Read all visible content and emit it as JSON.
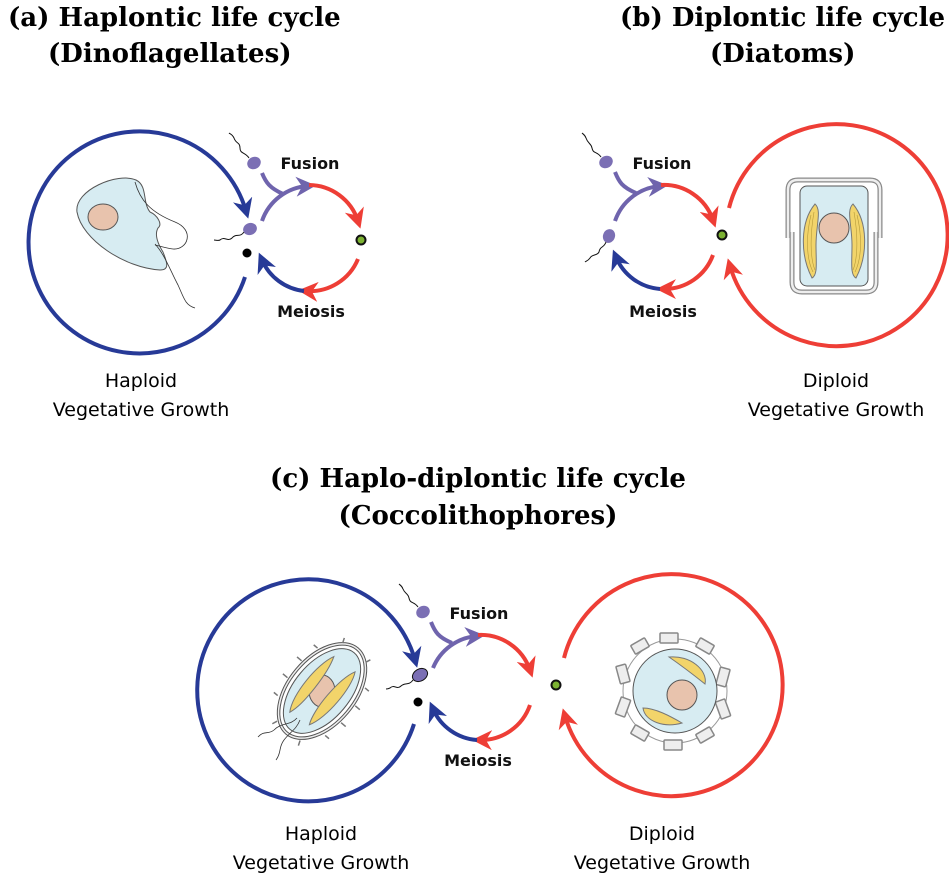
{
  "colors": {
    "haploid": "#273a97",
    "diploid": "#ee3e36",
    "gamete": "#7b6fb4",
    "zygote_fill": "#7cb232",
    "cytoplasm": "#d7ecf2",
    "nucleus": "#e8c3ad",
    "chloroplast": "#f2d46a",
    "shell": "#c8c8c8"
  },
  "panels": [
    {
      "id": "a",
      "title_line1": "(a) Haplontic life cycle",
      "title_line2": "(Dinoflagellates)",
      "fusion_label": "Fusion",
      "meiosis_label": "Meiosis",
      "phase_label": "Haploid",
      "growth_label": "Vegetative Growth",
      "organism": "dinoflagellate"
    },
    {
      "id": "b",
      "title_line1": "(b) Diplontic life cycle",
      "title_line2": "(Diatoms)",
      "fusion_label": "Fusion",
      "meiosis_label": "Meiosis",
      "phase_label": "Diploid",
      "growth_label": "Vegetative Growth",
      "organism": "diatom"
    },
    {
      "id": "c",
      "title_line1": "(c) Haplo-diplontic life cycle",
      "title_line2": "(Coccolithophores)",
      "fusion_label": "Fusion",
      "meiosis_label": "Meiosis",
      "haploid_label": "Haploid",
      "haploid_growth_label": "Vegetative Growth",
      "diploid_label": "Diploid",
      "diploid_growth_label": "Vegetative Growth",
      "organism_haploid": "holococcolithophore",
      "organism_diploid": "heterococcolithophore"
    }
  ]
}
